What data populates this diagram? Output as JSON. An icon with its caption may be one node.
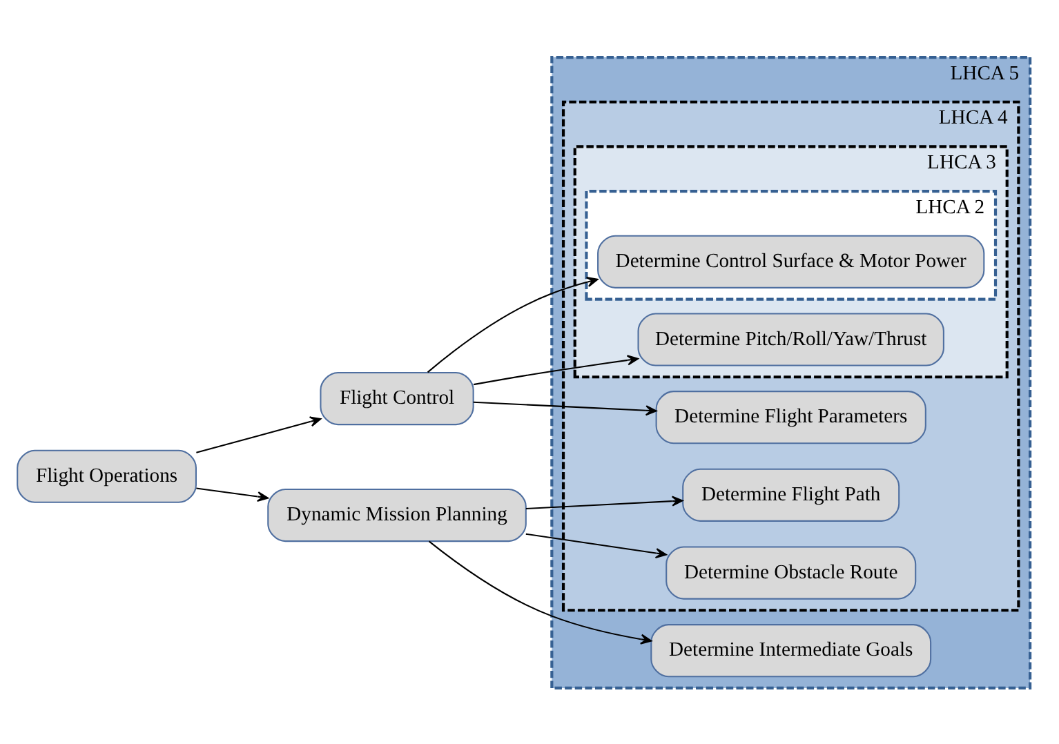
{
  "diagram": {
    "nodes": [
      {
        "text": [
          "Flight Operations"
        ]
      },
      {
        "text": [
          "Flight Control"
        ]
      },
      {
        "text": [
          "Dynamic Mission Planning"
        ]
      },
      {
        "text": [
          "LHCA 5"
        ]
      },
      {
        "text": [
          "LHCA 4"
        ],
        "in": 3
      },
      {
        "text": [
          "LHCA 3"
        ],
        "in": 4
      },
      {
        "text": [
          "LHCA 2"
        ],
        "in": 5
      },
      {
        "text": [
          "Determine Control Surface & Motor Power"
        ],
        "in": 6
      },
      {
        "text": [
          "Determine Pitch/Roll/Yaw/Thrust"
        ],
        "in": 5
      },
      {
        "text": [
          "Determine Flight Parameters"
        ],
        "in": 4
      },
      {
        "text": [
          "Determine Flight Path"
        ],
        "in": 4
      },
      {
        "text": [
          "Determine Obstacle Route"
        ],
        "in": 4
      },
      {
        "text": [
          "Determine Intermediate Goals"
        ],
        "in": 3
      }
    ],
    "edges": [
      {
        "from": 0,
        "to": 1,
        "arrow": "to"
      },
      {
        "from": 0,
        "to": 2,
        "arrow": "to"
      },
      {
        "from": 1,
        "to": 7,
        "arrow": "to"
      },
      {
        "from": 1,
        "to": 8,
        "arrow": "to"
      },
      {
        "from": 1,
        "to": 9,
        "arrow": "to"
      },
      {
        "from": 2,
        "to": 10,
        "arrow": "to"
      },
      {
        "from": 2,
        "to": 11,
        "arrow": "to"
      },
      {
        "from": 2,
        "to": 12,
        "arrow": "to"
      }
    ]
  }
}
